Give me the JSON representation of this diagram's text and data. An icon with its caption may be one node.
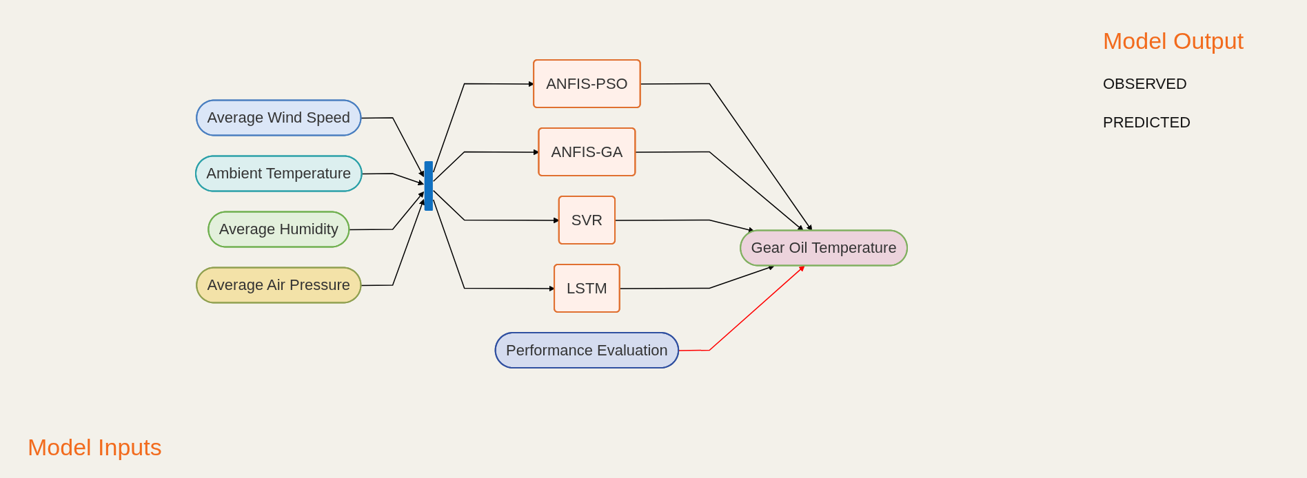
{
  "diagram": {
    "nodes": [
      {
        "text": [
          "Average Wind Speed"
        ]
      },
      {
        "text": [
          "Ambient Temperature"
        ]
      },
      {
        "text": [
          "Average Humidity"
        ]
      },
      {
        "text": [
          "Average Air Pressure"
        ]
      },
      {
        "text": [],
        "shape": "bar"
      },
      {
        "text": [
          "ANFIS-PSO"
        ]
      },
      {
        "text": [
          "ANFIS-GA"
        ]
      },
      {
        "text": [
          "SVR"
        ]
      },
      {
        "text": [
          "LSTM"
        ]
      },
      {
        "text": [
          "Gear Oil Temperature"
        ]
      },
      {
        "text": [
          "Performance Evaluation"
        ]
      }
    ],
    "edges": [
      {
        "from": 0,
        "to": 4,
        "arrow": "to"
      },
      {
        "from": 1,
        "to": 4,
        "arrow": "to"
      },
      {
        "from": 2,
        "to": 4,
        "arrow": "to"
      },
      {
        "from": 3,
        "to": 4,
        "arrow": "to"
      },
      {
        "from": 4,
        "to": 5,
        "arrow": "to"
      },
      {
        "from": 4,
        "to": 6,
        "arrow": "to"
      },
      {
        "from": 4,
        "to": 7,
        "arrow": "to"
      },
      {
        "from": 4,
        "to": 8,
        "arrow": "to"
      },
      {
        "from": 5,
        "to": 9,
        "arrow": "to"
      },
      {
        "from": 6,
        "to": 9,
        "arrow": "to"
      },
      {
        "from": 7,
        "to": 9,
        "arrow": "to"
      },
      {
        "from": 8,
        "to": 9,
        "arrow": "to"
      },
      {
        "from": 10,
        "to": 9,
        "arrow": "to",
        "color": "#ff0000"
      }
    ],
    "labels": [
      "Model Output",
      "OBSERVED",
      "PREDICTED",
      "Model Inputs"
    ]
  }
}
